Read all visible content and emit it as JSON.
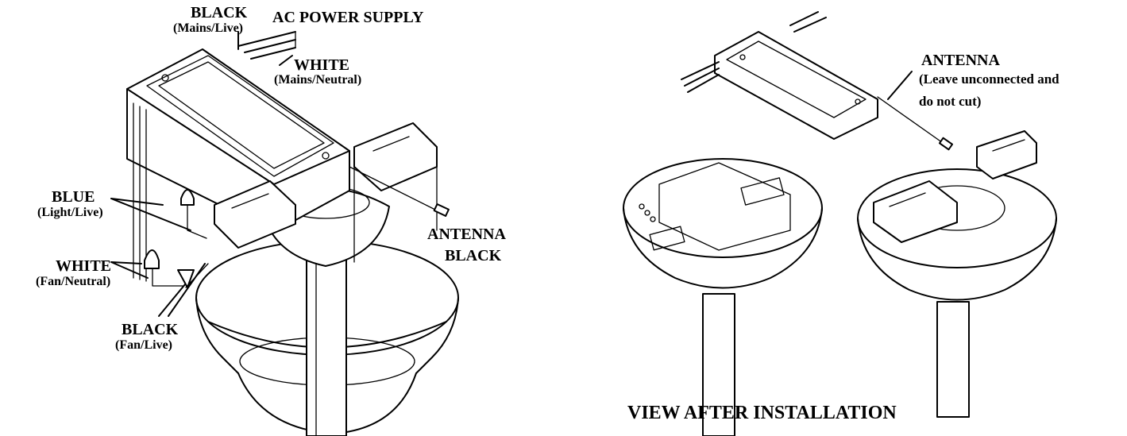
{
  "labels": {
    "black_mains": "BLACK",
    "black_mains_sub": "(Mains/Live)",
    "ac_power": "AC POWER SUPPLY",
    "white_mains": "WHITE",
    "white_mains_sub": "(Mains/Neutral)",
    "blue": "BLUE",
    "blue_sub": "(Light/Live)",
    "white_fan": "WHITE",
    "white_fan_sub": "(Fan/Neutral)",
    "black_fan": "BLACK",
    "black_fan_sub": "(Fan/Live)",
    "antenna_black_1": "ANTENNA",
    "antenna_black_2": "BLACK",
    "antenna_right": "ANTENNA",
    "antenna_right_sub1": "(Leave unconnected and",
    "antenna_right_sub2": "do not cut)",
    "view_after": "VIEW AFTER INSTALLATION"
  },
  "colors": {
    "ink": "#000000",
    "paper": "#ffffff"
  }
}
